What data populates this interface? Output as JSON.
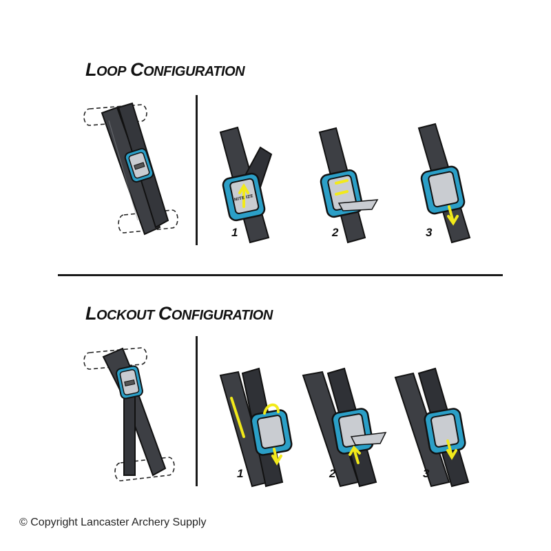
{
  "loop_section": {
    "title_caps": [
      "L",
      "C"
    ],
    "title_rest": [
      "OOP",
      "ONFIGURATION"
    ],
    "steps": [
      "1",
      "2",
      "3"
    ]
  },
  "lockout_section": {
    "title_caps": [
      "L",
      "C"
    ],
    "title_rest": [
      "OCKOUT",
      "ONFIGURATION"
    ],
    "steps": [
      "1",
      "2",
      "3"
    ]
  },
  "buckle_logo": "NITE IZE",
  "colors": {
    "strap": "#3d3f44",
    "strap_edge": "#111111",
    "buckle_frame": "#2b9fc7",
    "buckle_metal": "#c9ccd1",
    "arrow": "#f2ea1a"
  },
  "copyright": "© Copyright Lancaster Archery Supply"
}
